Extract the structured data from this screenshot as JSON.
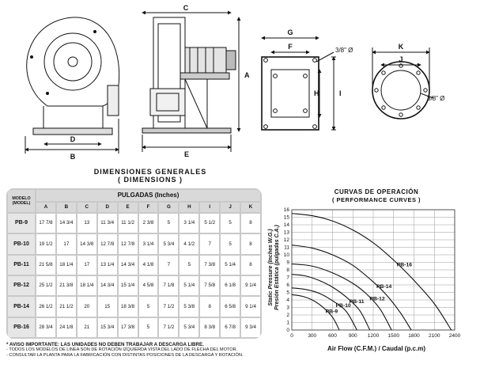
{
  "drawing_labels": {
    "C": "C",
    "A": "A",
    "D": "D",
    "B": "B",
    "E": "E",
    "G": "G",
    "F": "F",
    "H": "H",
    "I": "I",
    "K": "K",
    "J": "J",
    "hole_left": "3/8\" Ø",
    "hole_right": "3/8\" Ø"
  },
  "dimensions": {
    "title_line1": "DIMENSIONES  GENERALES",
    "title_line2": "( DIMENSIONS )",
    "model_header_line1": "MODELO",
    "model_header_line2": "(MODEL)",
    "group_header": "PULGADAS (Inches)",
    "columns": [
      "A",
      "B",
      "C",
      "D",
      "E",
      "F",
      "G",
      "H",
      "I",
      "J",
      "K"
    ],
    "rows": [
      {
        "model": "PB-9",
        "values": [
          "17 7/8",
          "14 3/4",
          "13",
          "11 3/4",
          "11 1/2",
          "2 3/8",
          "5",
          "3 1/4",
          "5 1/2",
          "5",
          "8"
        ]
      },
      {
        "model": "PB-10",
        "values": [
          "19 1/2",
          "17",
          "14 3/8",
          "12 7/8",
          "12 7/8",
          "3 1/4",
          "5 3/4",
          "4 1/2",
          "7",
          "5",
          "8"
        ]
      },
      {
        "model": "PB-11",
        "values": [
          "21 5/8",
          "18 1/4",
          "17",
          "13 1/4",
          "14 3/4",
          "4 1/8",
          "7",
          "5",
          "7 3/8",
          "5 1/4",
          "8"
        ]
      },
      {
        "model": "PB-12",
        "values": [
          "25 1/2",
          "21 3/8",
          "18 1/4",
          "14 3/4",
          "15 1/4",
          "4 5/8",
          "7 1/8",
          "5 1/4",
          "7 5/8",
          "6 1/8",
          "9 1/4"
        ]
      },
      {
        "model": "PB-14",
        "values": [
          "26 1/2",
          "21 1/2",
          "20",
          "15",
          "18 3/8",
          "5",
          "7 1/2",
          "5 3/8",
          "8",
          "6 5/8",
          "9 1/4"
        ]
      },
      {
        "model": "PB-16",
        "values": [
          "28 3/4",
          "24 1/8",
          "21",
          "15 3/4",
          "17 3/8",
          "5",
          "7 1/2",
          "5 3/4",
          "8 3/8",
          "6 7/8",
          "9 3/4"
        ]
      }
    ]
  },
  "notes": [
    "* AVISO IMPORTANTE: LAS UNIDADES NO DEBEN TRABAJAR A DESCARGA LIBRE.",
    "- TODOS LOS MODELOS DE LINEA SON DE ROTACIÓN IZQUIERDA VISTA DEL LADO DE FLECHA DEL MOTOR.",
    "- CONSULTAR LA PLANTA PARA LA FABRICACIÓN CON DISTINTAS POSICIONES DE LA DESCARGA Y ROTACIÓN."
  ],
  "chart_data": {
    "type": "line",
    "title": "CURVAS DE OPERACIÓN",
    "subtitle": "( PERFORMANCE CURVES )",
    "xlabel": "Air Flow (C.F.M.) / Caudal (p.c.m)",
    "ylabel_line1": "Static Pressure (Inches W.G.)",
    "ylabel_line2": "Presión Estática (pulgadas C.A.)",
    "xlim": [
      0,
      2400
    ],
    "ylim": [
      0,
      16
    ],
    "xticks": [
      0,
      300,
      600,
      900,
      1200,
      1500,
      1800,
      2100,
      2400
    ],
    "yticks": [
      0,
      1,
      2,
      3,
      4,
      5,
      6,
      7,
      8,
      9,
      10,
      11,
      12,
      13,
      14,
      15,
      16
    ],
    "grid": true,
    "series": [
      {
        "name": "PB-16",
        "x": [
          0,
          300,
          600,
          900,
          1200,
          1500,
          1800,
          2100,
          2350
        ],
        "y": [
          15.5,
          15.2,
          14.5,
          13.3,
          11.6,
          9.3,
          6.6,
          3.5,
          0
        ]
      },
      {
        "name": "PB-14",
        "x": [
          0,
          300,
          600,
          900,
          1200,
          1400,
          1600,
          1760
        ],
        "y": [
          11.3,
          10.9,
          10.0,
          8.6,
          6.4,
          4.6,
          2.3,
          0
        ]
      },
      {
        "name": "PB-12",
        "x": [
          0,
          300,
          600,
          900,
          1100,
          1300,
          1470
        ],
        "y": [
          8.8,
          8.5,
          7.6,
          6.2,
          4.8,
          2.8,
          0
        ]
      },
      {
        "name": "PB-11",
        "x": [
          0,
          200,
          400,
          600,
          800,
          1000,
          1150
        ],
        "y": [
          7.4,
          7.2,
          6.6,
          5.7,
          4.4,
          2.6,
          0
        ]
      },
      {
        "name": "PB-10",
        "x": [
          0,
          200,
          400,
          600,
          800,
          960
        ],
        "y": [
          5.6,
          5.4,
          4.9,
          3.9,
          2.5,
          0
        ]
      },
      {
        "name": "PB-9",
        "x": [
          0,
          150,
          300,
          450,
          600,
          700
        ],
        "y": [
          4.7,
          4.5,
          4.0,
          3.1,
          1.7,
          0
        ]
      }
    ]
  }
}
